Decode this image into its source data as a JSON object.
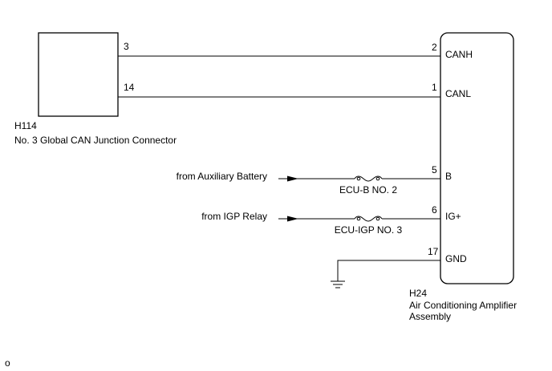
{
  "connectors": {
    "h114": {
      "code": "H114",
      "name": "No. 3 Global CAN Junction Connector",
      "pins": {
        "canh": "3",
        "canl": "14"
      }
    },
    "h24": {
      "code": "H24",
      "name_line1": "Air Conditioning Amplifier",
      "name_line2": "Assembly",
      "pins": [
        {
          "number": "2",
          "label": "CANH"
        },
        {
          "number": "1",
          "label": "CANL"
        },
        {
          "number": "5",
          "label": "B"
        },
        {
          "number": "6",
          "label": "IG+"
        },
        {
          "number": "17",
          "label": "GND"
        }
      ]
    }
  },
  "sources": {
    "battery": "from Auxiliary Battery",
    "igp": "from IGP Relay"
  },
  "fuses": {
    "ecu_b": "ECU-B NO. 2",
    "ecu_igp": "ECU-IGP NO. 3"
  },
  "footer_mark": "o"
}
